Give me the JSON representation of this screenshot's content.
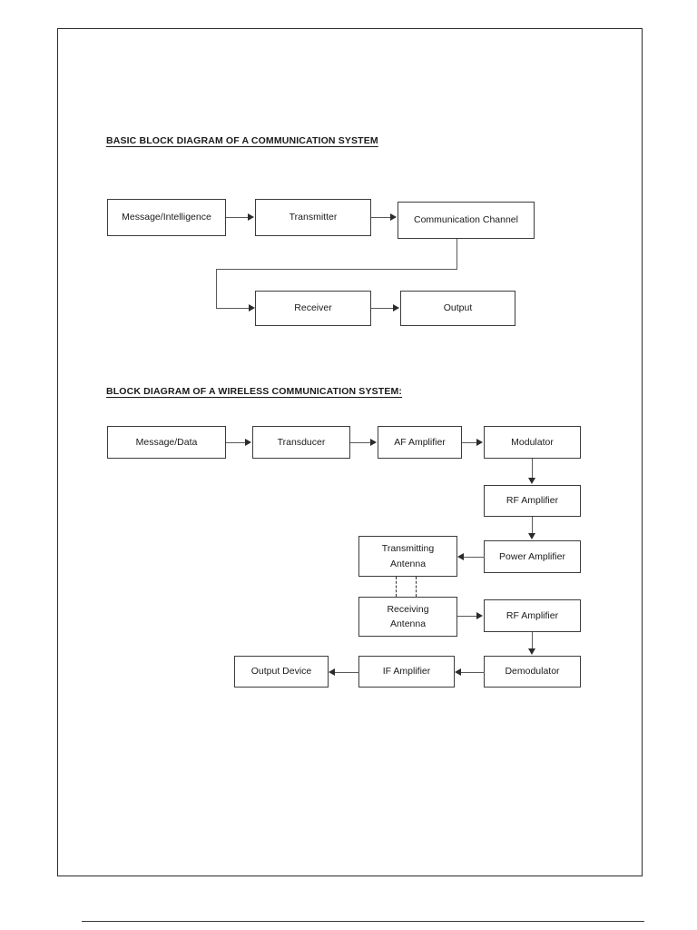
{
  "document": {
    "page_border_color": "#2b2b2b",
    "background": "#ffffff"
  },
  "sections": [
    {
      "id": "basic-block-diagram",
      "heading": "BASIC BLOCK DIAGRAM OF A COMMUNICATION SYSTEM",
      "blocks": [
        {
          "id": "message-intelligence",
          "label": "Message/Intelligence"
        },
        {
          "id": "transmitter",
          "label": "Transmitter"
        },
        {
          "id": "communication-channel",
          "label": "Communication Channel"
        },
        {
          "id": "receiver",
          "label": "Receiver"
        },
        {
          "id": "output",
          "label": "Output"
        }
      ],
      "connections": [
        {
          "from": "message-intelligence",
          "to": "transmitter",
          "style": "solid-arrow"
        },
        {
          "from": "transmitter",
          "to": "communication-channel",
          "style": "solid-arrow"
        },
        {
          "from": "communication-channel",
          "to": "receiver",
          "style": "solid-arrow-routed"
        },
        {
          "from": "receiver",
          "to": "output",
          "style": "solid-arrow"
        }
      ]
    },
    {
      "id": "wireless-block-diagram",
      "heading": "BLOCK DIAGRAM OF A WIRELESS COMMUNICATION SYSTEM:",
      "blocks": [
        {
          "id": "message-data",
          "label": "Message/Data"
        },
        {
          "id": "transducer",
          "label": "Transducer"
        },
        {
          "id": "af-amplifier",
          "label": "AF Amplifier"
        },
        {
          "id": "modulator",
          "label": "Modulator"
        },
        {
          "id": "rf-amplifier-tx",
          "label": "RF Amplifier"
        },
        {
          "id": "power-amplifier",
          "label": "Power Amplifier"
        },
        {
          "id": "transmitting-antenna-l1",
          "label": "Transmitting"
        },
        {
          "id": "transmitting-antenna-l2",
          "label": "Antenna"
        },
        {
          "id": "receiving-antenna-l1",
          "label": "Receiving"
        },
        {
          "id": "receiving-antenna-l2",
          "label": "Antenna"
        },
        {
          "id": "rf-amplifier-rx",
          "label": "RF Amplifier"
        },
        {
          "id": "demodulator",
          "label": "Demodulator"
        },
        {
          "id": "if-amplifier",
          "label": "IF Amplifier"
        },
        {
          "id": "output-device",
          "label": "Output Device"
        }
      ],
      "connections": [
        {
          "from": "message-data",
          "to": "transducer",
          "style": "solid-arrow"
        },
        {
          "from": "transducer",
          "to": "af-amplifier",
          "style": "solid-arrow"
        },
        {
          "from": "af-amplifier",
          "to": "modulator",
          "style": "solid-arrow"
        },
        {
          "from": "modulator",
          "to": "rf-amplifier-tx",
          "style": "solid-arrow-down"
        },
        {
          "from": "rf-amplifier-tx",
          "to": "power-amplifier",
          "style": "solid-arrow-down"
        },
        {
          "from": "power-amplifier",
          "to": "transmitting-antenna",
          "style": "solid-arrow-left"
        },
        {
          "from": "transmitting-antenna",
          "to": "receiving-antenna",
          "style": "dashed-wireless"
        },
        {
          "from": "receiving-antenna",
          "to": "rf-amplifier-rx",
          "style": "solid-arrow"
        },
        {
          "from": "rf-amplifier-rx",
          "to": "demodulator",
          "style": "solid-arrow-down"
        },
        {
          "from": "demodulator",
          "to": "if-amplifier",
          "style": "solid-arrow-left"
        },
        {
          "from": "if-amplifier",
          "to": "output-device",
          "style": "solid-arrow-left"
        }
      ]
    }
  ]
}
